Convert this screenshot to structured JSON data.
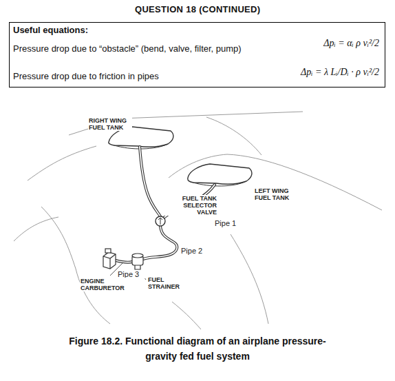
{
  "diagram": {
    "title": "QUESTION 18 (CONTINUED)",
    "caption": "Figure 18.2. Functional diagram of an airplane pressure-gravity fed fuel system",
    "nodes": [
      {
        "text": [
          "Useful equations:",
          "Pressure drop due to “obstacle” (bend, valve, filter, pump)",
          "Δpᵢ = αᵢ ρ vᵢ²/2",
          "Pressure drop due to friction in pipes",
          "Δpᵢ = λ Lᵢ/Dᵢ · ρ vᵢ²/2"
        ]
      }
    ],
    "labels": [
      "RIGHT WING FUEL TANK",
      "LEFT WING FUEL TANK",
      "FUEL TANK SELECTOR VALVE",
      "Pipe 1",
      "Pipe 2",
      "Pipe 3",
      "FUEL STRAINER",
      "ENGINE CARBURETOR"
    ]
  }
}
